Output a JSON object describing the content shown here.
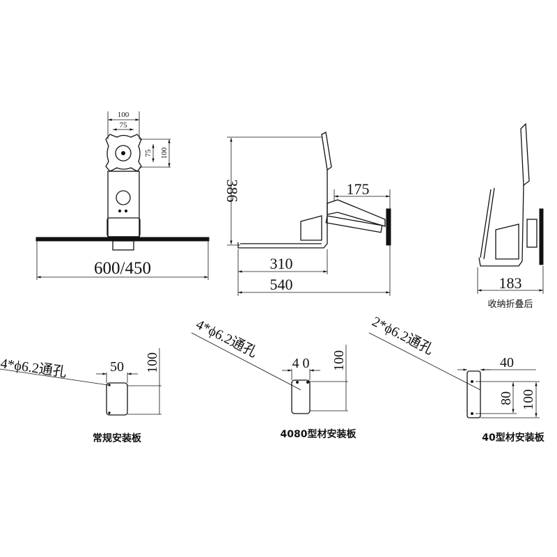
{
  "front_view": {
    "vesa_width_outer": "100",
    "vesa_width_inner": "75",
    "vesa_height_inner": "75",
    "vesa_height_outer": "100",
    "shelf_width": "600/450"
  },
  "side_view": {
    "height": "386",
    "arm_length": "175",
    "tray_depth": "310",
    "total_depth": "540"
  },
  "folded_view": {
    "depth": "183",
    "caption": "收纳折叠后"
  },
  "mount_plates": [
    {
      "hole_note": "4*ϕ6.2通孔",
      "width": "50",
      "height": "100",
      "caption": "常规安装板"
    },
    {
      "hole_note": "4*ϕ6.2通孔",
      "width": "4 0",
      "height": "100",
      "caption": "4080型材安装板"
    },
    {
      "hole_note": "2*ϕ6.2通孔",
      "width": "40",
      "hole_spacing": "80",
      "height": "100",
      "caption": "40型材安装板"
    }
  ]
}
